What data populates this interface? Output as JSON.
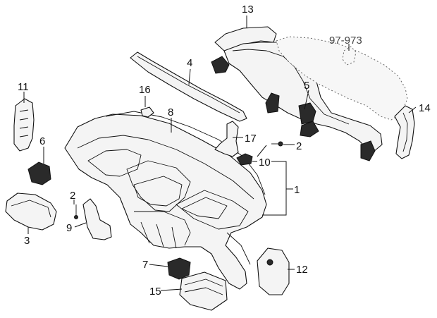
{
  "diagram": {
    "callouts": [
      {
        "id": "c13",
        "text": "13"
      },
      {
        "id": "c97",
        "text": "97-973"
      },
      {
        "id": "c4",
        "text": "4"
      },
      {
        "id": "c5",
        "text": "5"
      },
      {
        "id": "c11",
        "text": "11"
      },
      {
        "id": "c16",
        "text": "16"
      },
      {
        "id": "c8",
        "text": "8"
      },
      {
        "id": "c14",
        "text": "14"
      },
      {
        "id": "c6",
        "text": "6"
      },
      {
        "id": "c17",
        "text": "17"
      },
      {
        "id": "c2a",
        "text": "2"
      },
      {
        "id": "c10",
        "text": "10"
      },
      {
        "id": "c1",
        "text": "1"
      },
      {
        "id": "c2b",
        "text": "2"
      },
      {
        "id": "c9",
        "text": "9"
      },
      {
        "id": "c3",
        "text": "3"
      },
      {
        "id": "c7",
        "text": "7"
      },
      {
        "id": "c12",
        "text": "12"
      },
      {
        "id": "c15",
        "text": "15"
      }
    ],
    "colors": {
      "line": "#111111",
      "fill": "#f4f4f4",
      "dark": "#2a2a2a",
      "background": "#ffffff"
    }
  }
}
